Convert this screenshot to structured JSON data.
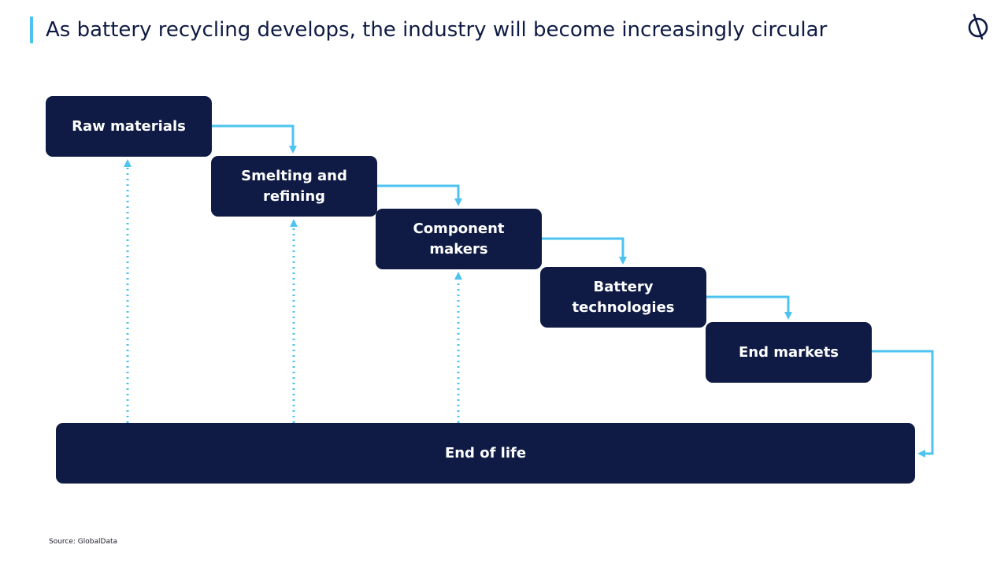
{
  "header": {
    "title": "As battery recycling develops, the industry will become increasingly circular"
  },
  "flow": {
    "stages": [
      {
        "id": "raw",
        "label": "Raw materials"
      },
      {
        "id": "smelt",
        "label": "Smelting and\nrefining"
      },
      {
        "id": "comp",
        "label": "Component makers"
      },
      {
        "id": "batt",
        "label": "Battery\ntechnologies"
      },
      {
        "id": "end",
        "label": "End markets"
      }
    ],
    "end_of_life": {
      "label": "End of life"
    }
  },
  "footer": {
    "source": "Source: GlobalData"
  },
  "colors": {
    "box": "#0f1b44",
    "arrow": "#4ec3f0",
    "title": "#0f1b44"
  },
  "icons": {
    "logo": "globaldata-logo-icon"
  }
}
